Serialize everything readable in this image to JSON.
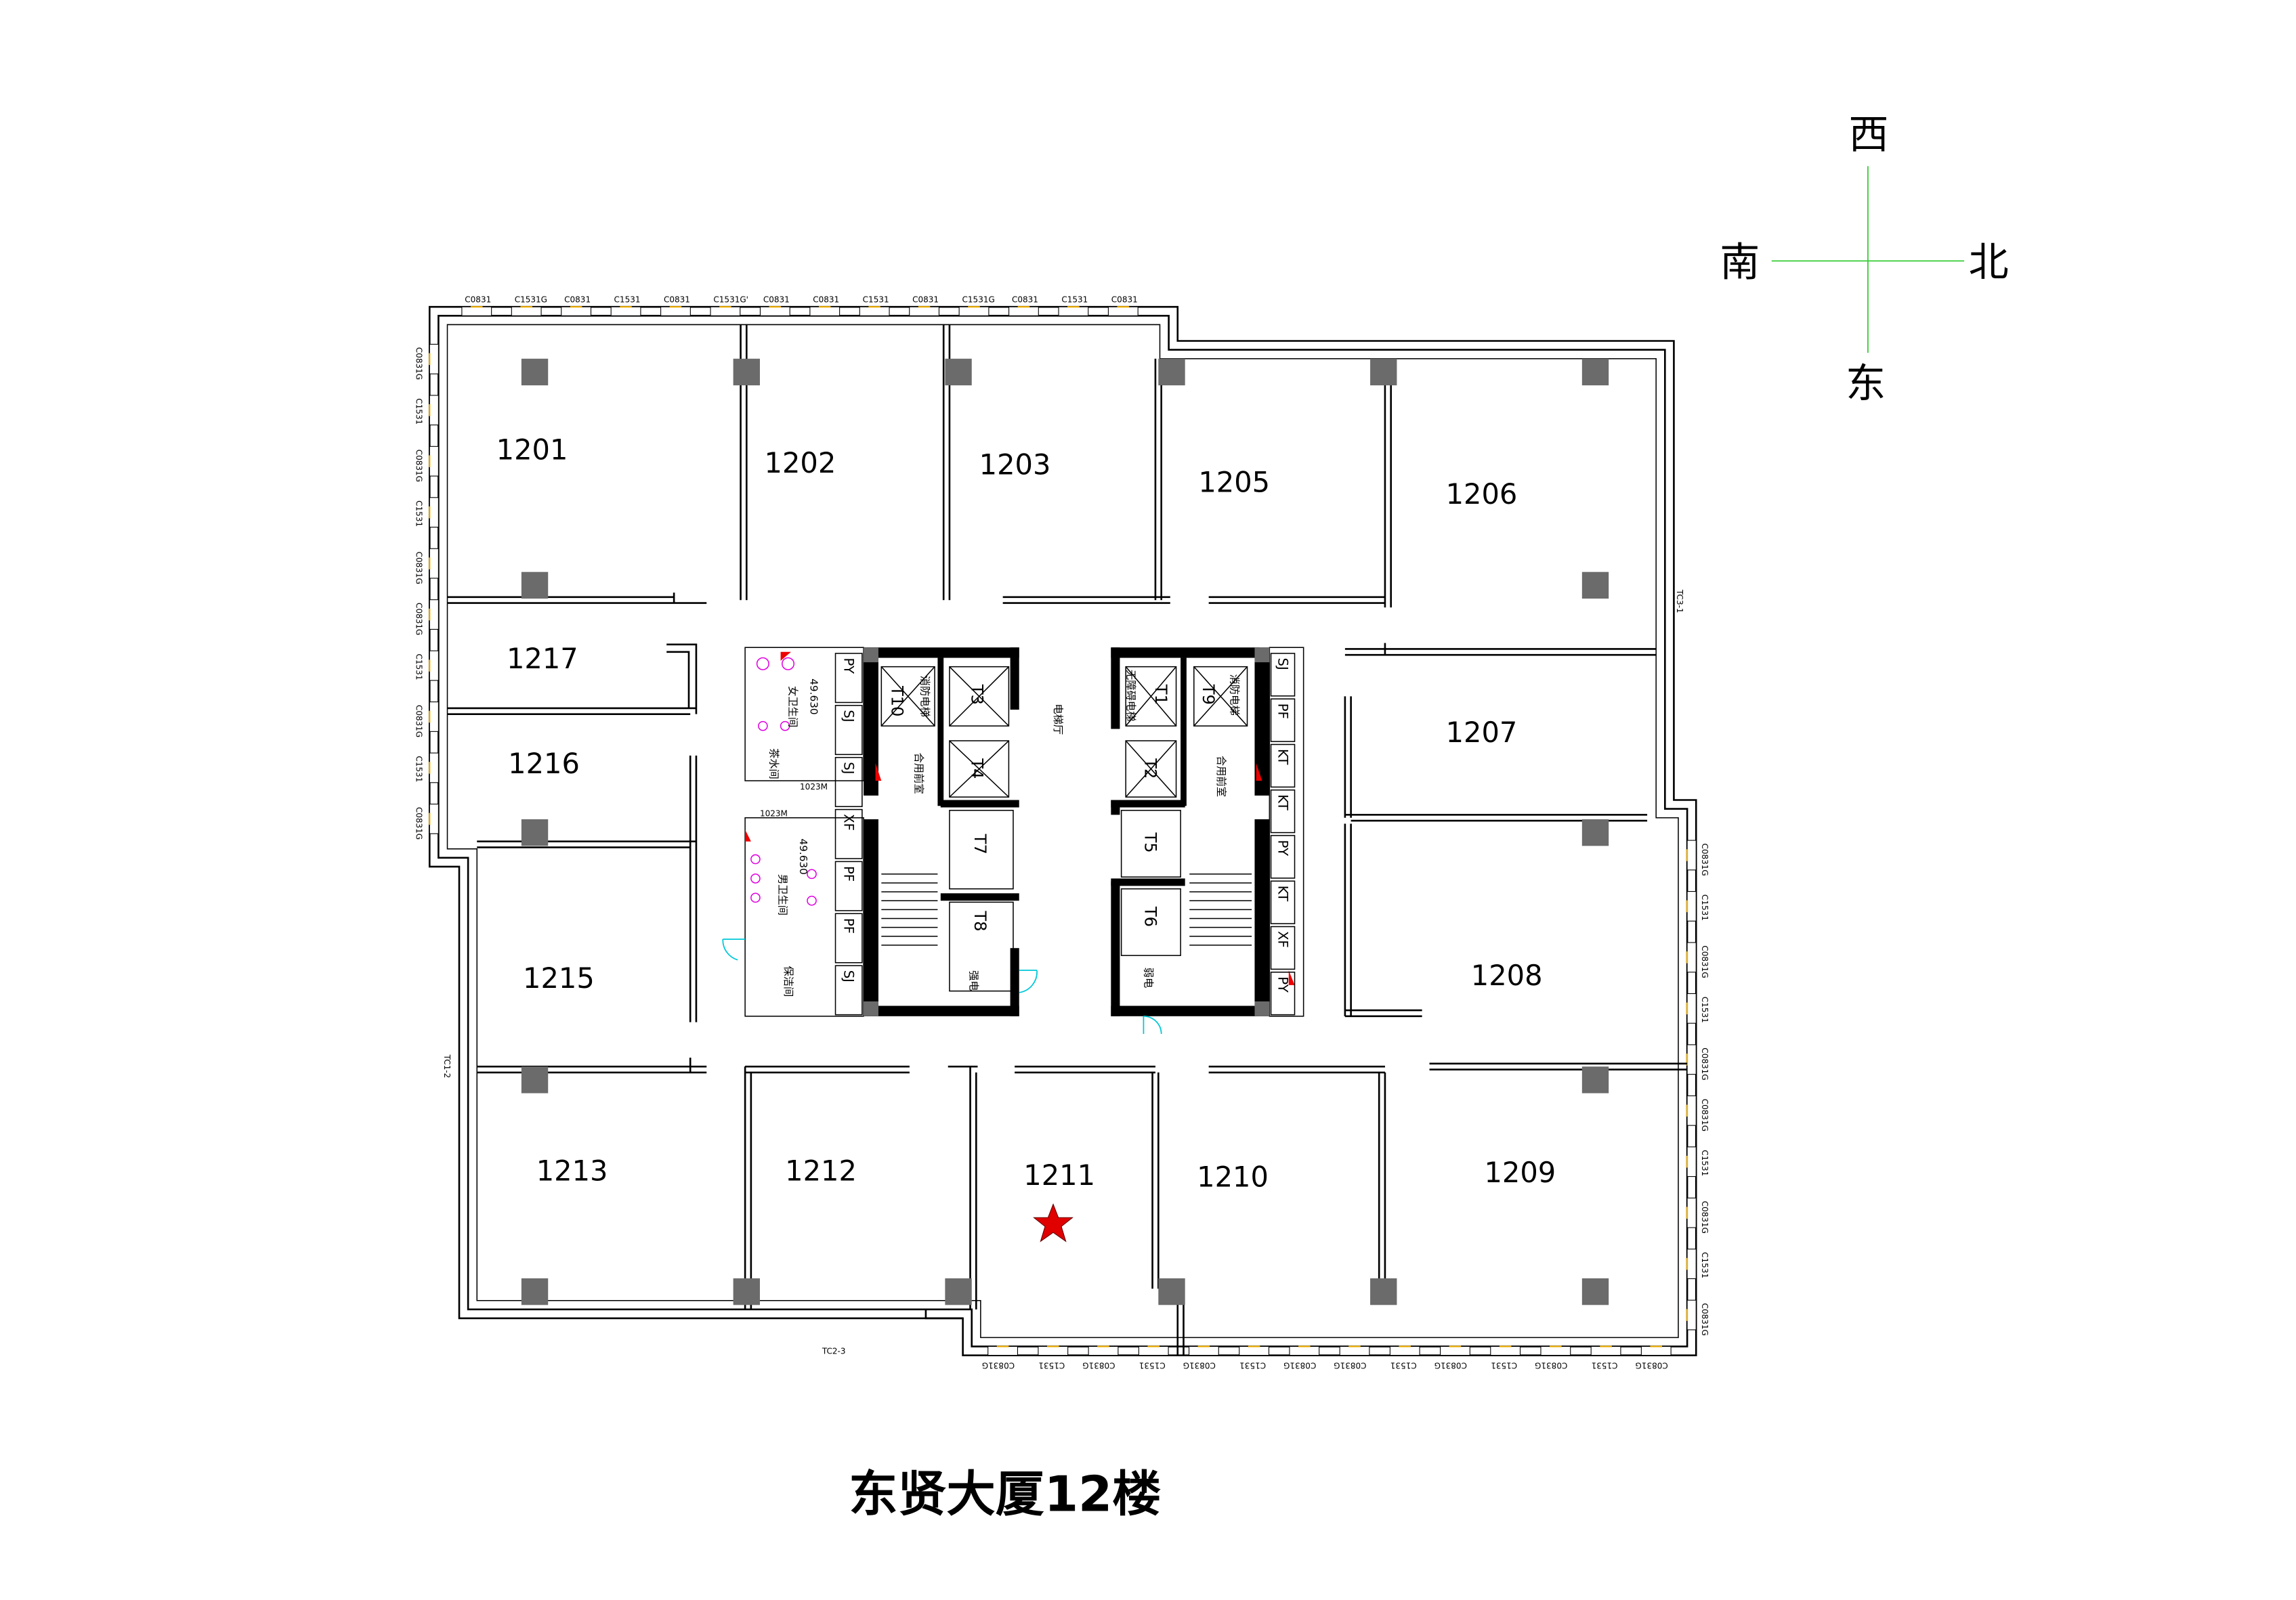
{
  "title": "东贤大厦12楼",
  "compass": {
    "north_top": "西",
    "left": "南",
    "right": "北",
    "bottom": "东",
    "line_color": "#33cc33"
  },
  "rooms": {
    "r1201": "1201",
    "r1202": "1202",
    "r1203": "1203",
    "r1205": "1205",
    "r1206": "1206",
    "r1207": "1207",
    "r1208": "1208",
    "r1209": "1209",
    "r1210": "1210",
    "r1211": "1211",
    "r1212": "1212",
    "r1213": "1213",
    "r1215": "1215",
    "r1216": "1216",
    "r1217": "1217"
  },
  "marker": {
    "icon": "star-icon",
    "color": "#e00000",
    "room": "1211"
  },
  "windows_top": [
    "C0831",
    "C1531G",
    "C0831",
    "C1531",
    "C0831",
    "C1531G'",
    "C0831",
    "C0831",
    "C1531",
    "C0831",
    "C1531G",
    "C0831",
    "C1531",
    "C0831"
  ],
  "windows_left": [
    "C0831G",
    "C1531",
    "C0831G",
    "C1531",
    "C0831G",
    "C0831G",
    "C1531",
    "C0831G",
    "C1531",
    "C0831G"
  ],
  "windows_right": [
    "C0831G",
    "C1531",
    "C0831G",
    "C1531",
    "C0831G",
    "C0831G",
    "C1531",
    "C0831G",
    "C1531",
    "C0831G"
  ],
  "windows_bottom": [
    "C0831G",
    "C1531",
    "C0831G",
    "C1531",
    "C0831G",
    "C1531",
    "C0831G",
    "C0831G",
    "C1531",
    "C0831G",
    "C1531",
    "C0831G",
    "C1531",
    "C0831G"
  ],
  "wall_tags": {
    "tc23": "TC2-3",
    "tc12": "TC1-2",
    "tc31": "TC3-1"
  },
  "core": {
    "lift_hall": "电梯厅",
    "front_room_left": "合用前室",
    "front_room_right": "合用前室",
    "female_wc": "女卫生间",
    "male_wc": "男卫生间",
    "tea_room": "茶水间",
    "cleaning": "保洁间",
    "strong_elec": "强电",
    "weak_elec": "弱电",
    "fire_lift": "消防电梯",
    "accessible_lift": "无障碍电梯",
    "level1": "49.630",
    "level2": "49.630",
    "door1": "1023M",
    "door2": "1023M",
    "lifts": [
      "T10",
      "T3",
      "T4",
      "T7",
      "T8",
      "T1",
      "T9",
      "T2",
      "T5",
      "T6"
    ],
    "shafts_left": [
      "PY",
      "SJ",
      "SJ",
      "XF",
      "PF",
      "PF",
      "SJ"
    ],
    "shafts_right": [
      "SJ",
      "PF",
      "KT",
      "KT",
      "PY",
      "KT",
      "XF",
      "PY"
    ]
  }
}
